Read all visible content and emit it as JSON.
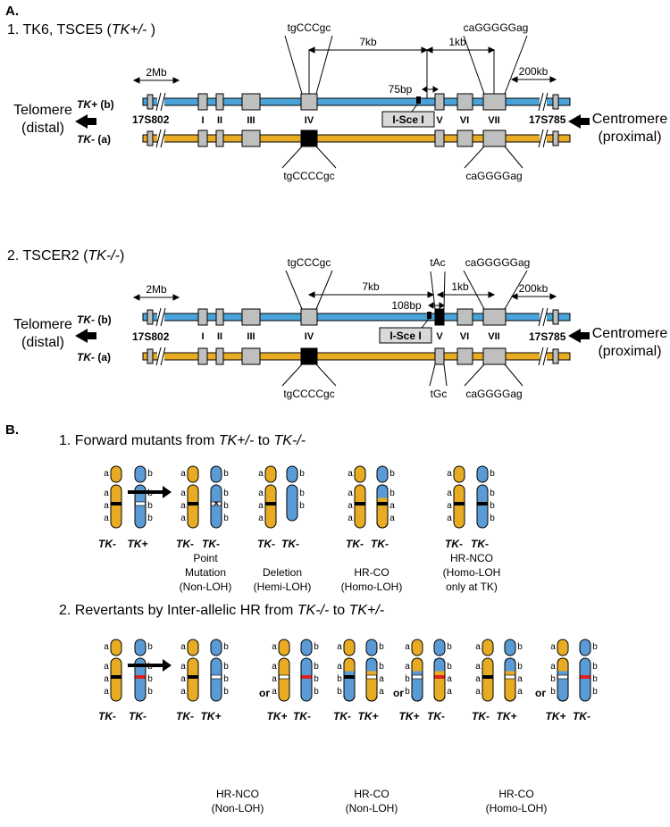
{
  "section_a": {
    "label": "A.",
    "panel1": {
      "title_prefix": "1. TK6, TSCE5 (",
      "title_italic": "TK+/-",
      "title_suffix": " )",
      "top_chr_italic": "TK+",
      "top_chr_rest": " (b)",
      "bot_chr_italic": "TK-",
      "bot_chr_rest": " (a)",
      "scale_2mb": "2Mb",
      "scale_7kb": "7kb",
      "scale_1kb": "1kb",
      "scale_200kb": "200kb",
      "scale_75bp": "75bp",
      "seq_top_iv": "tgCCCgc",
      "seq_top_vii": "caGGGGGag",
      "seq_bot_iv": "tgCCCCgc",
      "seq_bot_vii": "caGGGGag",
      "marker_left": "17S802",
      "marker_right": "17S785",
      "exons": [
        "I",
        "II",
        "III",
        "IV",
        "V",
        "VI",
        "VII"
      ],
      "isce": "I-Sce I",
      "telomere": "Telomere",
      "telomere_sub": "(distal)",
      "centromere": "Centromere",
      "centromere_sub": "(proximal)"
    },
    "panel2": {
      "title_prefix": "2. TSCER2 (",
      "title_italic": "TK-/-",
      "title_suffix": ")",
      "top_chr_italic": "TK-",
      "top_chr_rest": " (b)",
      "bot_chr_italic": "TK-",
      "bot_chr_rest": " (a)",
      "scale_2mb": "2Mb",
      "scale_7kb": "7kb",
      "scale_1kb": "1kb",
      "scale_200kb": "200kb",
      "scale_108bp": "108bp",
      "seq_top_iv": "tgCCCgc",
      "seq_top_v": "tAc",
      "seq_top_vii": "caGGGGGag",
      "seq_bot_iv": "tgCCCCgc",
      "seq_bot_v": "tGc",
      "seq_bot_vii": "caGGGGag",
      "marker_left": "17S802",
      "marker_right": "17S785",
      "exons": [
        "I",
        "II",
        "III",
        "IV",
        "V",
        "VI",
        "VII"
      ],
      "isce": "I-Sce I",
      "telomere": "Telomere",
      "telomere_sub": "(distal)",
      "centromere": "Centromere",
      "centromere_sub": "(proximal)"
    }
  },
  "section_b": {
    "label": "B.",
    "part1": {
      "title_prefix": "1. Forward mutants from ",
      "title_from": "TK+/-",
      "title_mid": " to ",
      "title_to": "TK-/-",
      "captions": [
        {
          "l1": "Point",
          "l2": "Mutation",
          "l3": "(Non-LOH)"
        },
        {
          "l1": "Deletion",
          "l2": "(Hemi-LOH)"
        },
        {
          "l1": "HR-CO",
          "l2": "(Homo-LOH)"
        },
        {
          "l1": "HR-NCO",
          "l2": "(Homo-LOH",
          "l3": "only at TK)"
        }
      ],
      "chr_labels": {
        "tkm": "TK-",
        "tkp": "TK+"
      },
      "allele_a": "a",
      "allele_b": "b"
    },
    "part2": {
      "title_prefix": "2. Revertants by Inter-allelic HR from ",
      "title_from": "TK-/-",
      "title_mid": "  to ",
      "title_to": "TK+/-",
      "or": "or",
      "captions": [
        {
          "l1": "HR-NCO",
          "l2": "(Non-LOH)"
        },
        {
          "l1": "HR-CO",
          "l2": "(Non-LOH)"
        },
        {
          "l1": "HR-CO",
          "l2": "(Homo-LOH)"
        }
      ],
      "chr_labels": {
        "tkm": "TK-",
        "tkp": "TK+"
      }
    }
  },
  "colors": {
    "orange": "#e8ac24",
    "blue": "#4aa3d8",
    "blue_chr": "#5a9bd5",
    "gray_box": "#bfbfbf",
    "red": "#e02020"
  }
}
